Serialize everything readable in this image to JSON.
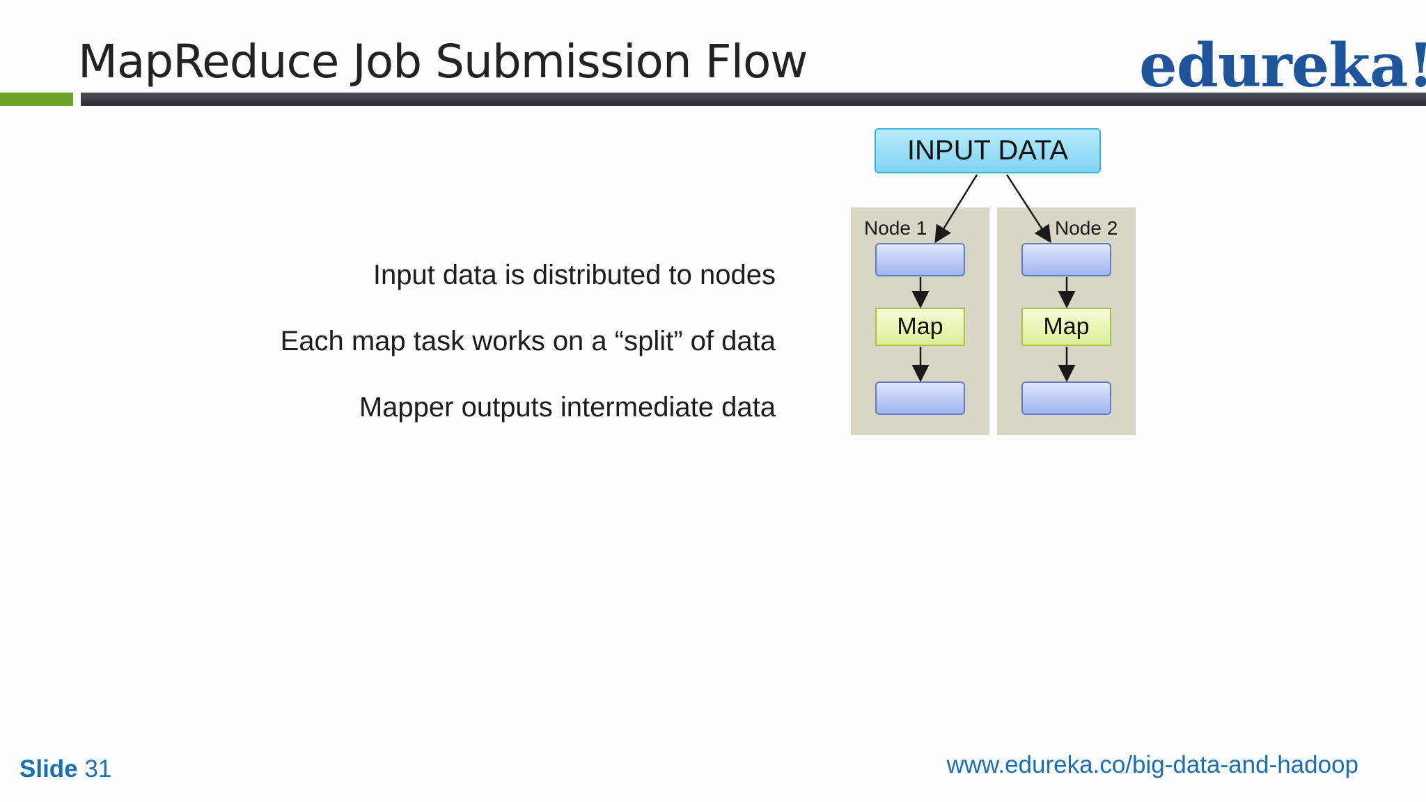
{
  "slide": {
    "title": "MapReduce Job Submission Flow",
    "logo_text": "edureka!",
    "bullets": [
      "Input data is distributed to nodes",
      "Each map task works on a “split” of data",
      "Mapper outputs intermediate data"
    ],
    "diagram": {
      "input_label": "INPUT DATA",
      "nodes": [
        {
          "label": "Node 1",
          "task_label": "Map"
        },
        {
          "label": "Node 2",
          "task_label": "Map"
        }
      ]
    },
    "footer": {
      "slide_word": "Slide",
      "slide_number": "31",
      "url": "www.edureka.co/big-data-and-hadoop"
    }
  },
  "colors": {
    "accent_green": "#6aa22a",
    "logo_blue": "#1e5499",
    "footer_blue": "#1a6fb3",
    "input_box": "#7fd3f2",
    "data_box": "#9fb5f0",
    "map_box": "#dcf098",
    "node_panel": "#d9d6c6"
  }
}
